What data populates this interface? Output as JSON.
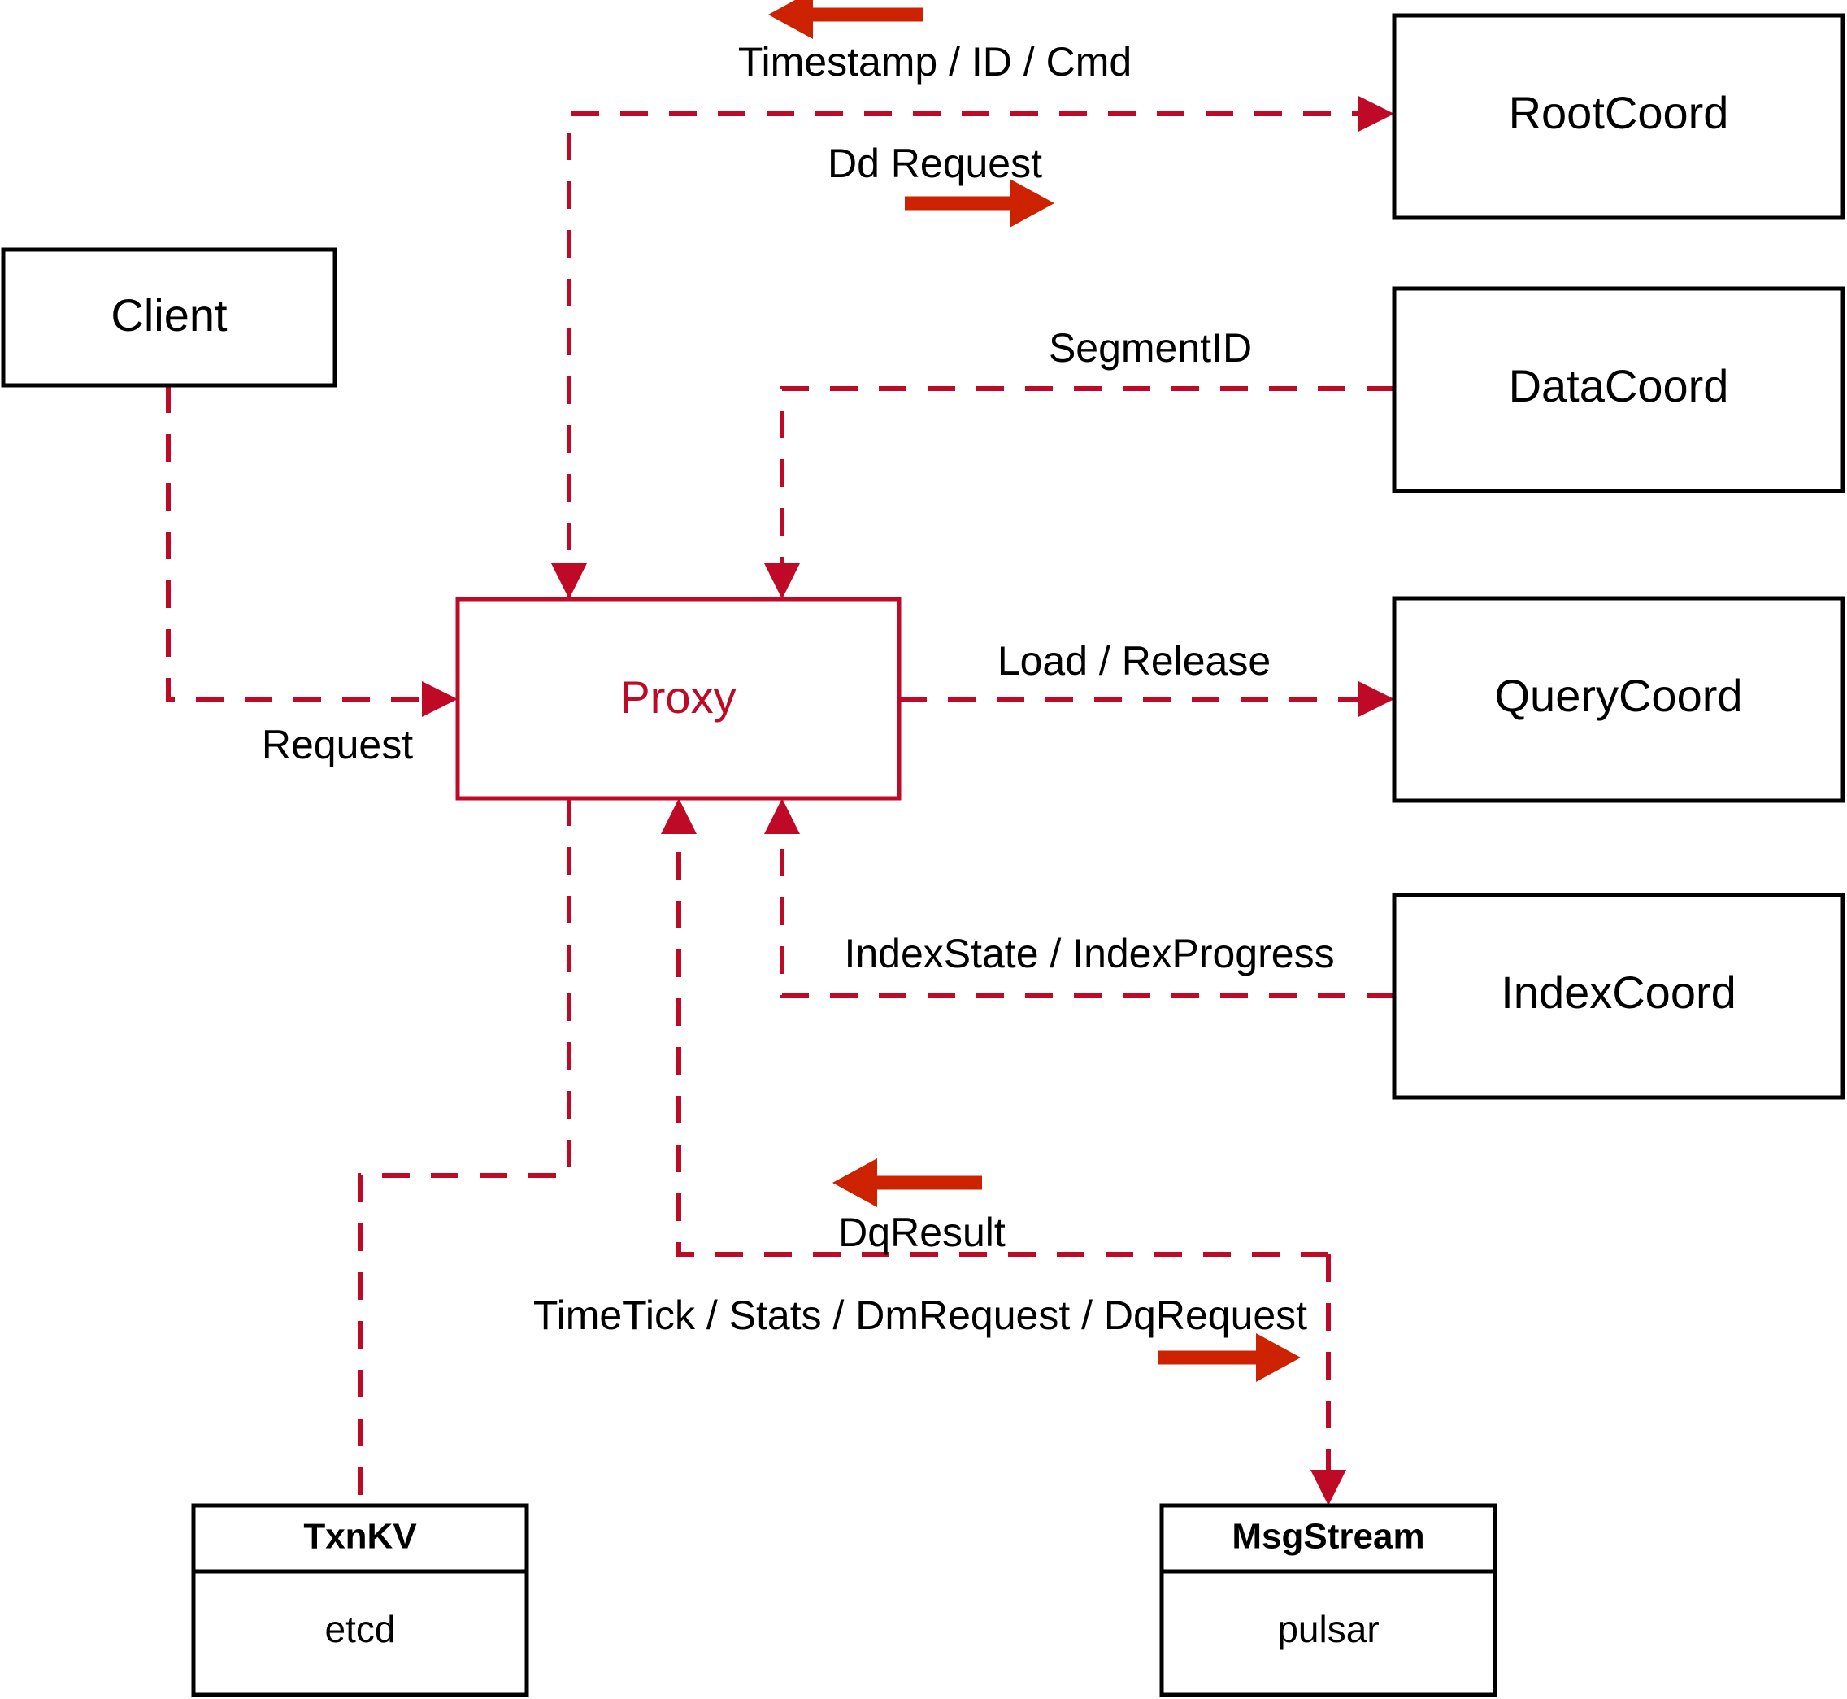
{
  "diagram": {
    "title": "Milvus Proxy interaction diagram",
    "colors": {
      "accent": "#BE0A26",
      "flow_arrow": "#CC2200",
      "node_stroke": "#000000",
      "background": "#FFFFFF"
    },
    "nodes": {
      "client": {
        "label": "Client"
      },
      "proxy": {
        "label": "Proxy"
      },
      "root_coord": {
        "label": "RootCoord"
      },
      "data_coord": {
        "label": "DataCoord"
      },
      "query_coord": {
        "label": "QueryCoord"
      },
      "index_coord": {
        "label": "IndexCoord"
      },
      "txn_kv": {
        "label": "TxnKV",
        "impl": "etcd"
      },
      "msg_stream": {
        "label": "MsgStream",
        "impl": "pulsar"
      }
    },
    "edges": [
      {
        "id": "client-request",
        "label": "Request",
        "from": "Client",
        "to": "Proxy"
      },
      {
        "id": "proxy-rootcoord",
        "label": "Dd Request",
        "from": "Proxy",
        "to": "RootCoord"
      },
      {
        "id": "rootcoord-proxy",
        "label": "Timestamp / ID / Cmd",
        "from": "RootCoord",
        "to": "Proxy"
      },
      {
        "id": "datacoord-proxy",
        "label": "SegmentID",
        "from": "DataCoord",
        "to": "Proxy"
      },
      {
        "id": "proxy-querycoord",
        "label": "Load / Release",
        "from": "Proxy",
        "to": "QueryCoord"
      },
      {
        "id": "indexcoord-proxy",
        "label": "IndexState / IndexProgress",
        "from": "IndexCoord",
        "to": "Proxy"
      },
      {
        "id": "msgstream-proxy",
        "label": "DqResult",
        "from": "MsgStream",
        "to": "Proxy"
      },
      {
        "id": "proxy-msgstream",
        "label": "TimeTick / Stats / DmRequest / DqRequest",
        "from": "Proxy",
        "to": "MsgStream"
      },
      {
        "id": "proxy-txnkv",
        "label": "",
        "from": "Proxy",
        "to": "TxnKV"
      }
    ]
  }
}
